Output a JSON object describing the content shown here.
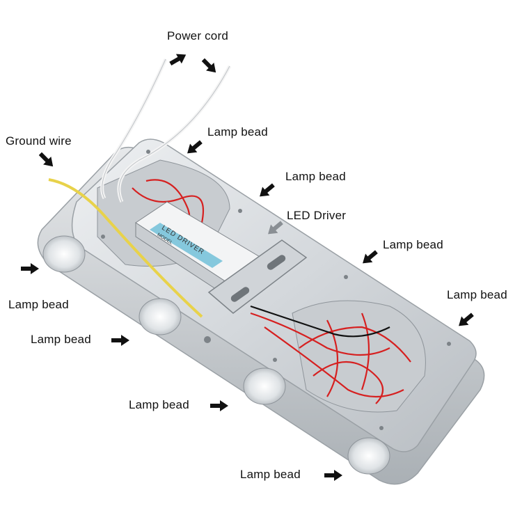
{
  "labels": {
    "power_cord": "Power cord",
    "ground_wire": "Ground wire",
    "lamp_bead": "Lamp bead",
    "led_driver": "LED Driver"
  },
  "driver_box": {
    "title": "LED DRIVER",
    "model": "MODEL"
  },
  "colors": {
    "aluminum": "#d9dcdf",
    "aluminum_dark": "#a9aeb3",
    "red_wire": "#d62020",
    "yellow_wire": "#e8d24a",
    "white_wire": "#f4f4f4",
    "driver_label": "#2aa4c8",
    "arrow": "#111111",
    "gray_arrow": "#8a8f94"
  }
}
